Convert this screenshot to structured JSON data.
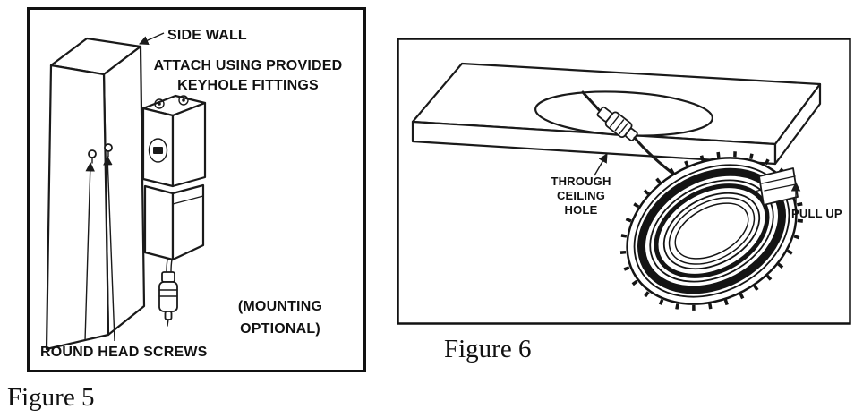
{
  "figure5": {
    "caption": "Figure 5",
    "side_wall": "SIDE WALL",
    "attach_line1": "ATTACH USING PROVIDED",
    "attach_line2": "KEYHOLE FITTINGS",
    "round_head_screws": "ROUND HEAD SCREWS",
    "mounting_line1": "(MOUNTING",
    "mounting_line2": "OPTIONAL)"
  },
  "figure6": {
    "caption": "Figure 6",
    "through_line1": "THROUGH",
    "through_line2": "CEILING",
    "through_line3": "HOLE",
    "pull_up": "PULL UP"
  },
  "colors": {
    "line": "#1a1a1a",
    "background": "#ffffff"
  }
}
